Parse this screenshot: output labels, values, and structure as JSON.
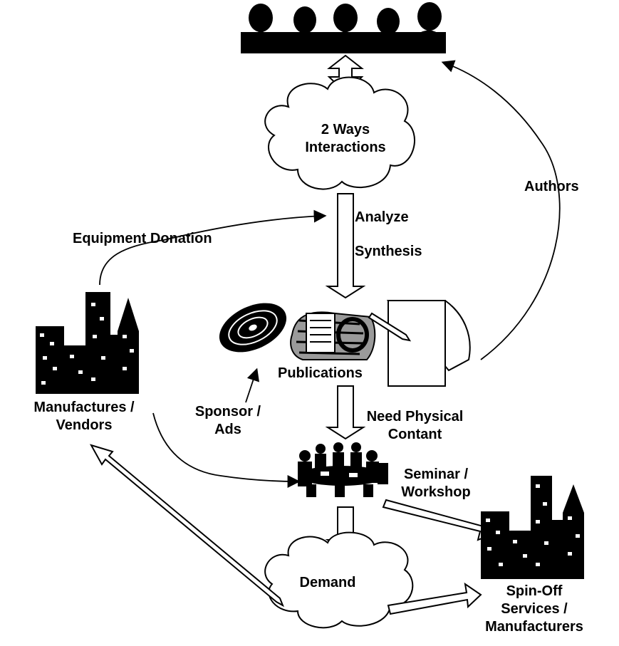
{
  "nodes": {
    "audience": "",
    "interactions_cloud": {
      "line1": "2 Ways",
      "line2": "Interactions"
    },
    "publications": "Publications",
    "manufacturers": {
      "line1": "Manufactures /",
      "line2": "Vendors"
    },
    "seminar": {
      "line1": "Seminar /",
      "line2": "Workshop"
    },
    "demand_cloud": "Demand",
    "spinoff": {
      "line1": "Spin-Off",
      "line2": "Services /",
      "line3": "Manufacturers"
    }
  },
  "edges": {
    "analyze": "Analyze",
    "synthesis": "Synthesis",
    "authors": "Authors",
    "equipment_donation": "Equipment Donation",
    "sponsor": {
      "line1": "Sponsor /",
      "line2": "Ads"
    },
    "need_physical": {
      "line1": "Need Physical",
      "line2": "Contant"
    }
  },
  "colors": {
    "ink": "#000000",
    "paper": "#ffffff",
    "shade": "#b0b0b0"
  },
  "icons": [
    "audience-silhouette-icon",
    "cloud-icon",
    "disc-icon",
    "newspaper-icon",
    "notepad-icon",
    "city-icon",
    "meeting-icon"
  ]
}
